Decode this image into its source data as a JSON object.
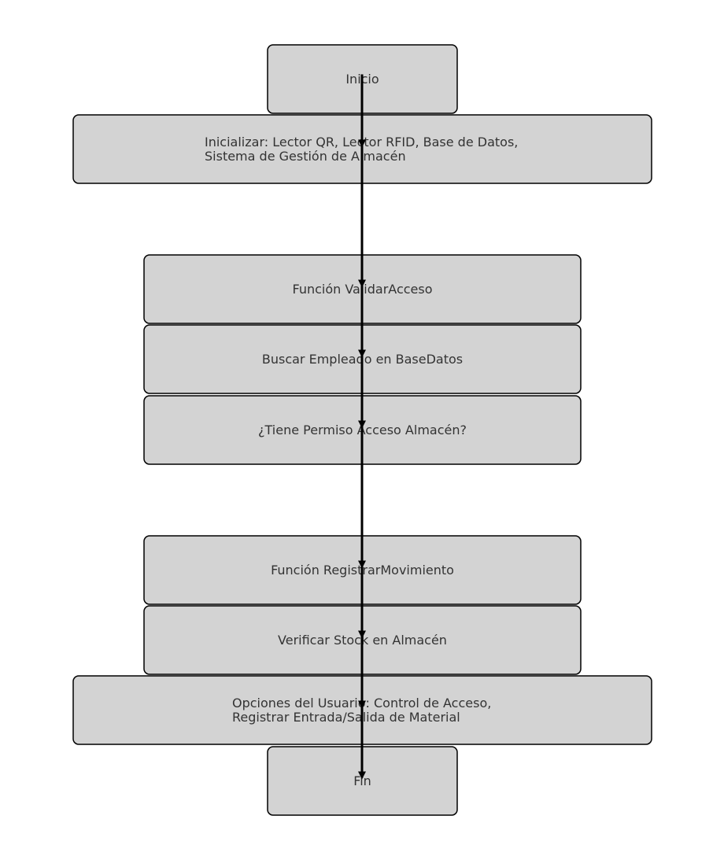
{
  "colors": {
    "node_fill": "#d3d3d3",
    "node_border": "#000000",
    "text": "#333333",
    "arrow": "#000000"
  },
  "nodes": [
    {
      "id": "inicio",
      "lines": [
        "Inicio"
      ]
    },
    {
      "id": "inicializar",
      "lines": [
        "Inicializar: Lector QR, Lector RFID, Base de Datos,",
        "Sistema de Gestión de Almacén"
      ]
    },
    {
      "id": "funcion-validar-acceso",
      "lines": [
        "Función ValidarAcceso"
      ]
    },
    {
      "id": "buscar-empleado",
      "lines": [
        "Buscar Empleado en BaseDatos"
      ]
    },
    {
      "id": "tiene-permiso",
      "lines": [
        "¿Tiene Permiso Acceso Almacén?"
      ]
    },
    {
      "id": "funcion-registrar-movimiento",
      "lines": [
        "Función RegistrarMovimiento"
      ]
    },
    {
      "id": "verificar-stock",
      "lines": [
        "Verificar Stock en Almacén"
      ]
    },
    {
      "id": "opciones-usuario",
      "lines": [
        "Opciones del Usuario: Control de Acceso,",
        "Registrar Entrada/Salida de Material"
      ]
    },
    {
      "id": "fin",
      "lines": [
        "Fin"
      ]
    }
  ],
  "edges": [
    {
      "from": "inicio",
      "to": "inicializar"
    },
    {
      "from": "inicializar",
      "to": "funcion-validar-acceso"
    },
    {
      "from": "funcion-validar-acceso",
      "to": "buscar-empleado"
    },
    {
      "from": "buscar-empleado",
      "to": "tiene-permiso"
    },
    {
      "from": "tiene-permiso",
      "to": "funcion-registrar-movimiento"
    },
    {
      "from": "funcion-registrar-movimiento",
      "to": "verificar-stock"
    },
    {
      "from": "verificar-stock",
      "to": "opciones-usuario"
    },
    {
      "from": "opciones-usuario",
      "to": "fin"
    }
  ]
}
